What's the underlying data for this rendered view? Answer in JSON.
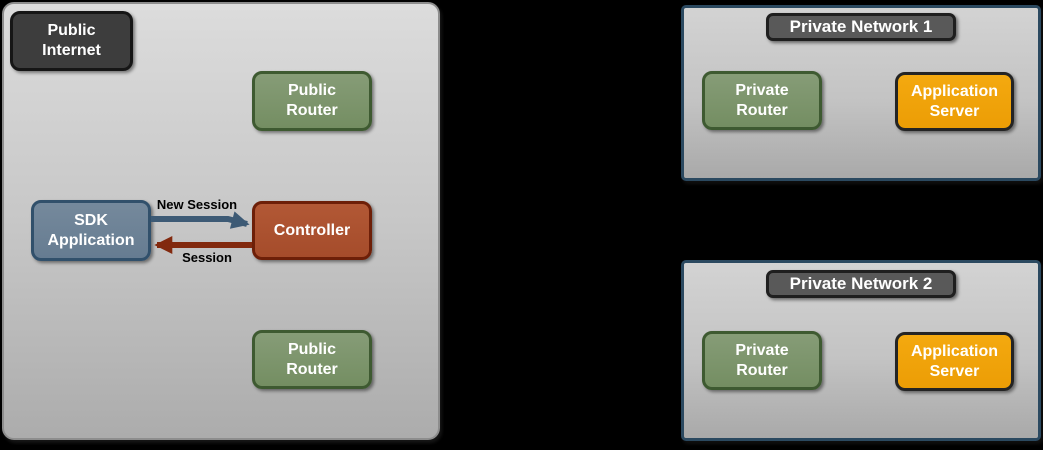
{
  "zones": {
    "public_internet": {
      "badge": "Public\nInternet",
      "public_router_top": "Public\nRouter",
      "sdk_application": "SDK\nApplication",
      "controller": "Controller",
      "public_router_bottom": "Public\nRouter",
      "arrows": {
        "new_session": "New Session",
        "session": "Session"
      }
    },
    "private_networks": [
      {
        "title": "Private Network 1",
        "private_router": "Private\nRouter",
        "application_server": "Application\nServer"
      },
      {
        "title": "Private Network 2",
        "private_router": "Private\nRouter",
        "application_server": "Application\nServer"
      }
    ]
  },
  "colors": {
    "page_background": "#000000",
    "zone_fill": "#c7c7c7",
    "zone_left_border": "#8d8d8d",
    "private_network_border": "#2b4960",
    "dark_node": "#3d3d3d",
    "title_node": "#595959",
    "green_node": "#7d9470",
    "green_border": "#3e5a31",
    "steel_node": "#6d8296",
    "steel_border": "#31506b",
    "brick_node": "#ad5130",
    "brick_border": "#6d1f08",
    "orange_node": "#f0a30c",
    "orange_border": "#242424",
    "arrow_new_session": "#3d5a75",
    "arrow_session": "#82290e",
    "node_text": "#ffffff",
    "arrow_label_text": "#000000"
  }
}
